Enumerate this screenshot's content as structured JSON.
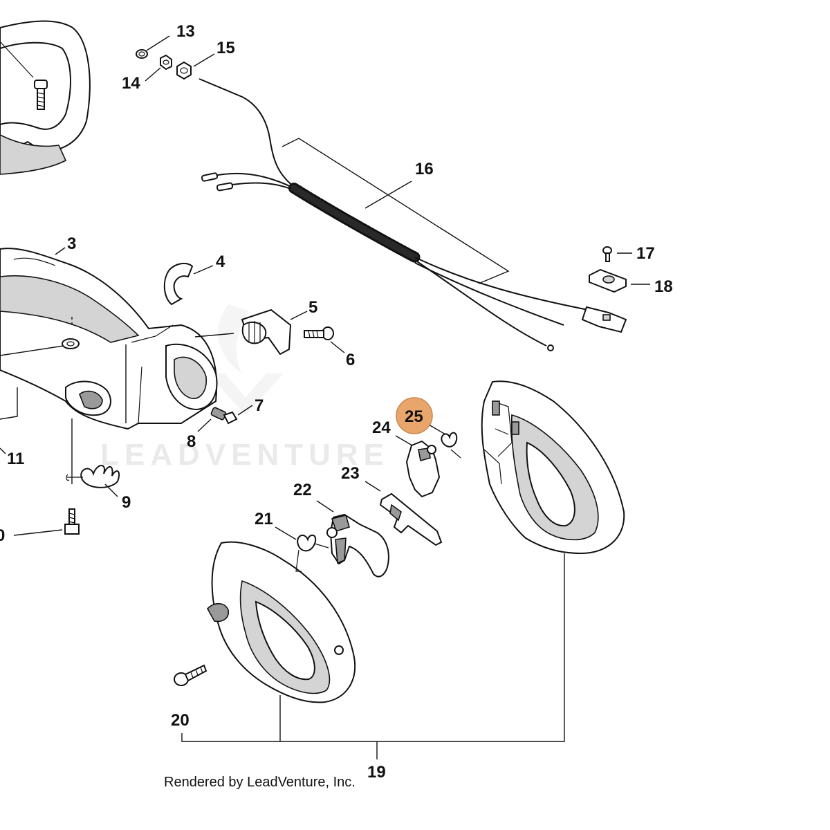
{
  "callouts": {
    "c3": "3",
    "c4": "4",
    "c5": "5",
    "c6": "6",
    "c7": "7",
    "c8": "8",
    "c9": "9",
    "c10": "0",
    "c11": "11",
    "c13": "13",
    "c14": "14",
    "c15": "15",
    "c16": "16",
    "c17": "17",
    "c18": "18",
    "c19": "19",
    "c20": "20",
    "c21": "21",
    "c22": "22",
    "c23": "23",
    "c24": "24",
    "c25": "25"
  },
  "highlight": {
    "label": "25",
    "color": "#e8a66c"
  },
  "watermark": "LEADVENTURE",
  "credit": "Rendered by LeadVenture, Inc."
}
